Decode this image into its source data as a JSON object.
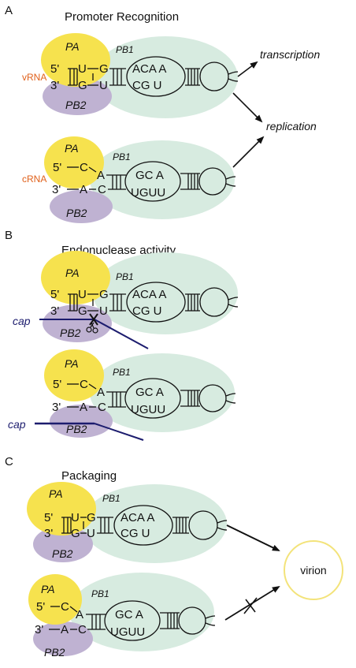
{
  "colors": {
    "pa": "#f6e24e",
    "pb1": "#d7ebe0",
    "pb2": "#bfb2d2",
    "rna_label": "#e0601a",
    "cap": "#1c1c6e",
    "virion": "#f3e37a"
  },
  "section_a": {
    "letter": "A",
    "title": "Promoter Recognition"
  },
  "section_b": {
    "letter": "B",
    "title": "Endonuclease activity"
  },
  "section_c": {
    "letter": "C",
    "title": "Packaging"
  },
  "proteins": {
    "pa": "PA",
    "pb1": "PB1",
    "pb2": "PB2"
  },
  "rna": {
    "vrna": "vRNA",
    "crna": "cRNA"
  },
  "ends": {
    "five": "5'",
    "three": "3'"
  },
  "vrna_seq": {
    "top_left": "U",
    "top_mid": "G",
    "top_loop": "ACA A",
    "bot_left": "G",
    "bot_mid": "U",
    "bot_loop": "CG U"
  },
  "crna_seq": {
    "top_c": "C",
    "top_a": "A",
    "top_loop": "GC A",
    "bot_a": "A",
    "bot_c": "C",
    "bot_loop": "UGUU"
  },
  "outcomes": {
    "transcription": "transcription",
    "replication": "replication"
  },
  "cap_label": "cap",
  "virion_label": "virion"
}
